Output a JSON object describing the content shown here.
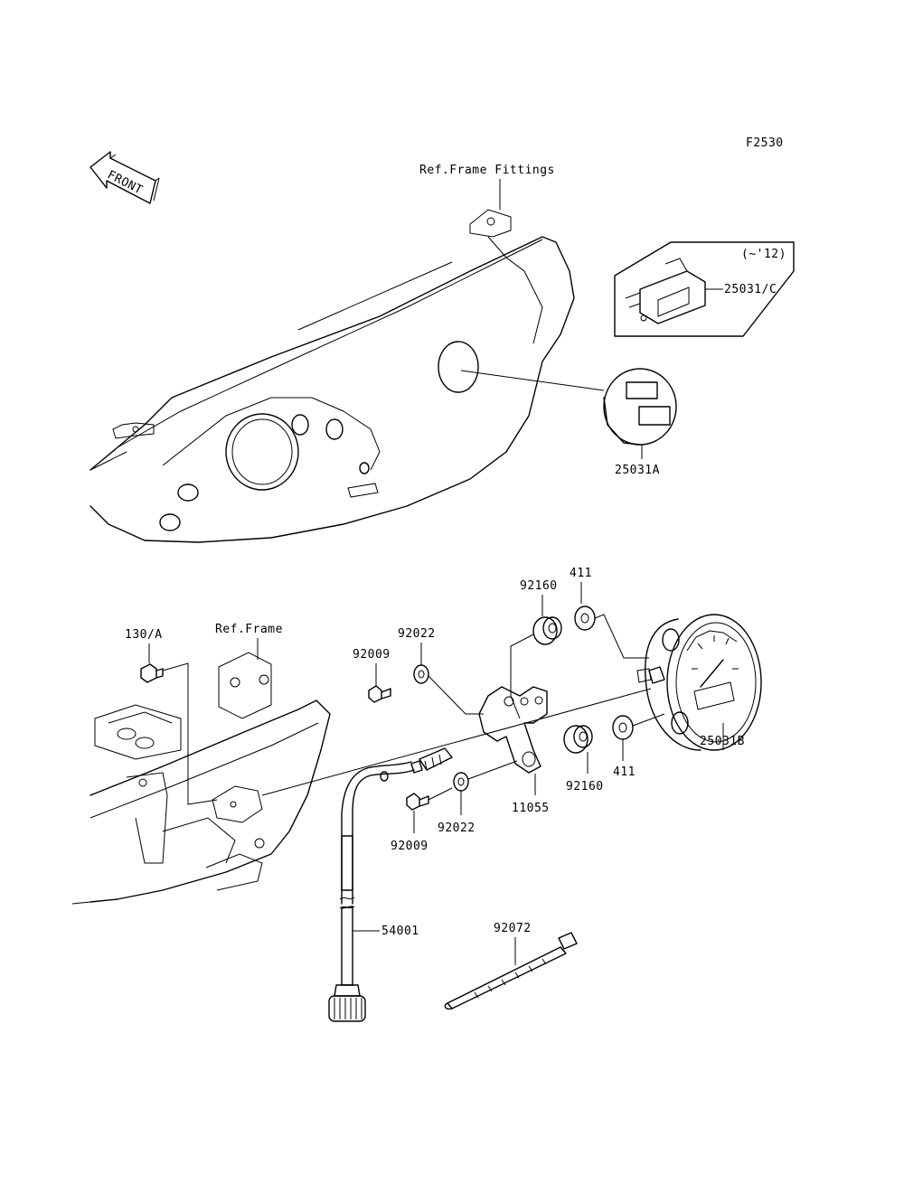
{
  "figure_code": "F2530",
  "front_marker": "FRONT",
  "reference_labels": {
    "frame_fittings": "Ref.Frame Fittings",
    "frame": "Ref.Frame"
  },
  "applicability_note": "(~'12)",
  "parts": {
    "p25031_c": "25031/C",
    "p25031a": "25031A",
    "p25031b": "25031B",
    "p130_a": "130/A",
    "p92009_upper": "92009",
    "p92009_lower": "92009",
    "p92022_upper": "92022",
    "p92022_lower": "92022",
    "p92160_upper": "92160",
    "p92160_lower": "92160",
    "p411_upper": "411",
    "p411_lower": "411",
    "p11055": "11055",
    "p54001": "54001",
    "p92072": "92072"
  }
}
